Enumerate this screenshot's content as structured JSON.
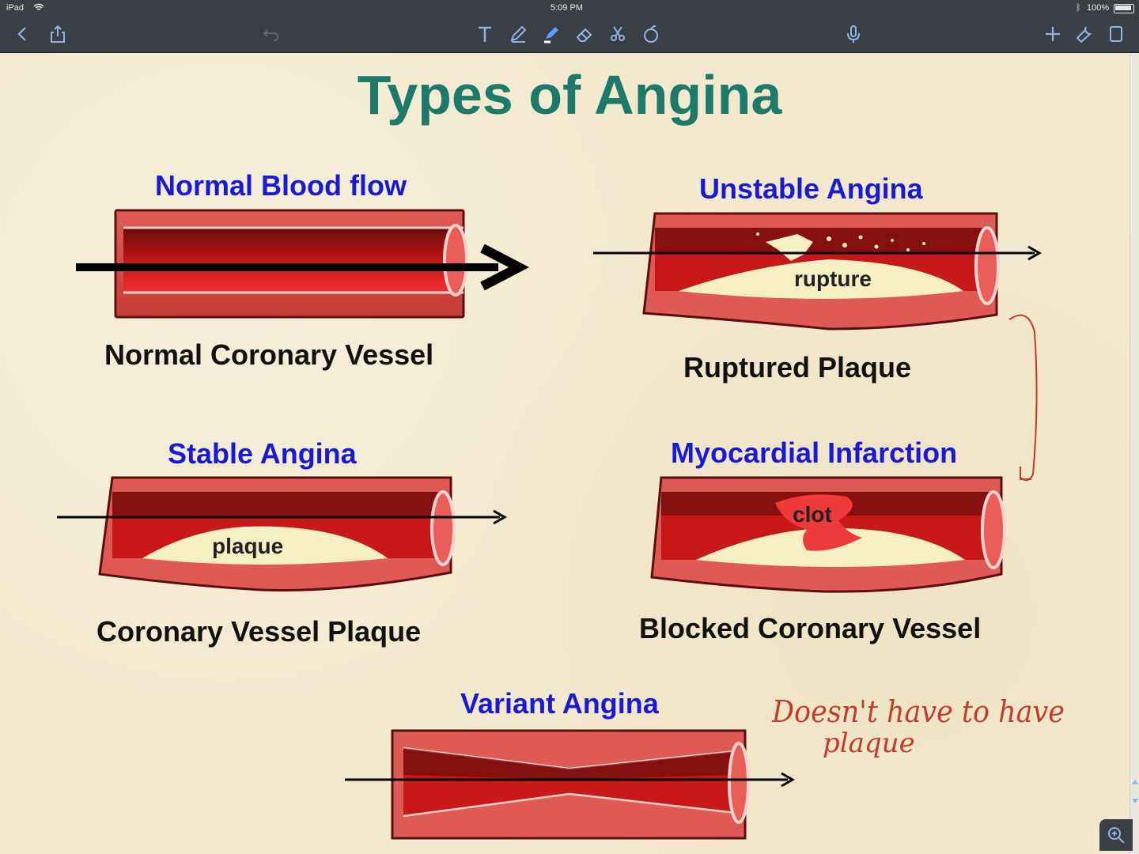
{
  "status": {
    "device": "iPad",
    "time": "5:09 PM",
    "battery": "100%"
  },
  "slide": {
    "title": "Types of Angina",
    "panels": {
      "normal": {
        "heading": "Normal Blood flow",
        "caption": "Normal Coronary Vessel"
      },
      "unstable": {
        "heading": "Unstable Angina",
        "caption": "Ruptured Plaque",
        "label": "rupture"
      },
      "stable": {
        "heading": "Stable Angina",
        "caption": "Coronary Vessel Plaque",
        "label": "plaque"
      },
      "mi": {
        "heading": "Myocardial Infarction",
        "caption": "Blocked Coronary Vessel",
        "label": "clot"
      },
      "variant": {
        "heading": "Variant Angina"
      }
    },
    "handwritten_note": {
      "line1": "Doesn't have to have",
      "line2": "plaque"
    }
  },
  "colors": {
    "title": "#1d7a6b",
    "heading": "#1a1ad2",
    "ink": "#c23b2e",
    "toolbar": "#3a3f46",
    "highlighter": "#4ea3ff"
  },
  "icons": [
    "back-icon",
    "share-icon",
    "undo-icon",
    "text-tool-icon",
    "pen-tool-icon",
    "highlighter-tool-icon",
    "eraser-tool-icon",
    "lasso-tool-icon",
    "shape-tool-icon",
    "microphone-icon",
    "add-page-icon",
    "wrench-icon",
    "page-view-icon",
    "zoom-icon"
  ]
}
